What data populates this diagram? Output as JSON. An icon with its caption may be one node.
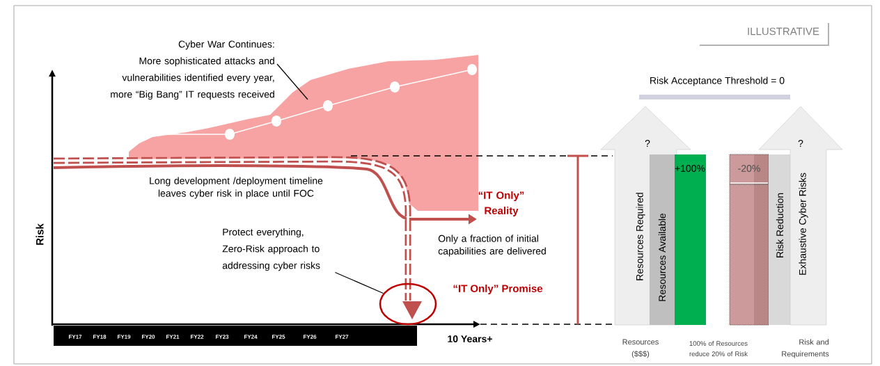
{
  "diagram": {
    "nodes": [
      {
        "text": [
          "Cyber War Continues:",
          "More sophisticated attacks and vulnerabilities identified every year, more “Big Bang” IT requests received"
        ]
      },
      {
        "text": [
          "Protect everything, Zero-Risk approach to addressing cyber risks"
        ]
      },
      {
        "text": [],
        "shape": "circle"
      },
      {
        "text": [
          "?",
          "Resources Required"
        ]
      },
      {
        "text": [
          "Resources Available"
        ],
        "in": 3
      },
      {
        "text": [
          "+100%"
        ]
      },
      {
        "text": [
          "-20%"
        ]
      },
      {
        "text": [
          "Risk Reduction"
        ]
      },
      {
        "text": [
          "?",
          "Exhaustive Cyber Risks"
        ]
      }
    ],
    "edges": [
      {
        "from": 0,
        "to": null,
        "arrow": "none"
      },
      {
        "from": 1,
        "to": 2,
        "arrow": "none"
      }
    ],
    "labels": [
      "ILLUSTRATIVE",
      "Risk Acceptance Threshold = 0",
      "Long development /deployment timeline leaves cyber risk in place until FOC",
      "“IT Only” Reality",
      "Only a fraction of initial capabilities are delivered",
      "“IT Only” Promise",
      "Risk",
      "FY17",
      "FY18",
      "FY19",
      "FY20",
      "FY21",
      "FY22",
      "FY23",
      "FY24",
      "FY25",
      "FY26",
      "FY27",
      "10 Years+",
      "Resources ($$$)",
      "100% of Resources reduce 20% of Risk",
      "Risk and Requirements"
    ]
  }
}
